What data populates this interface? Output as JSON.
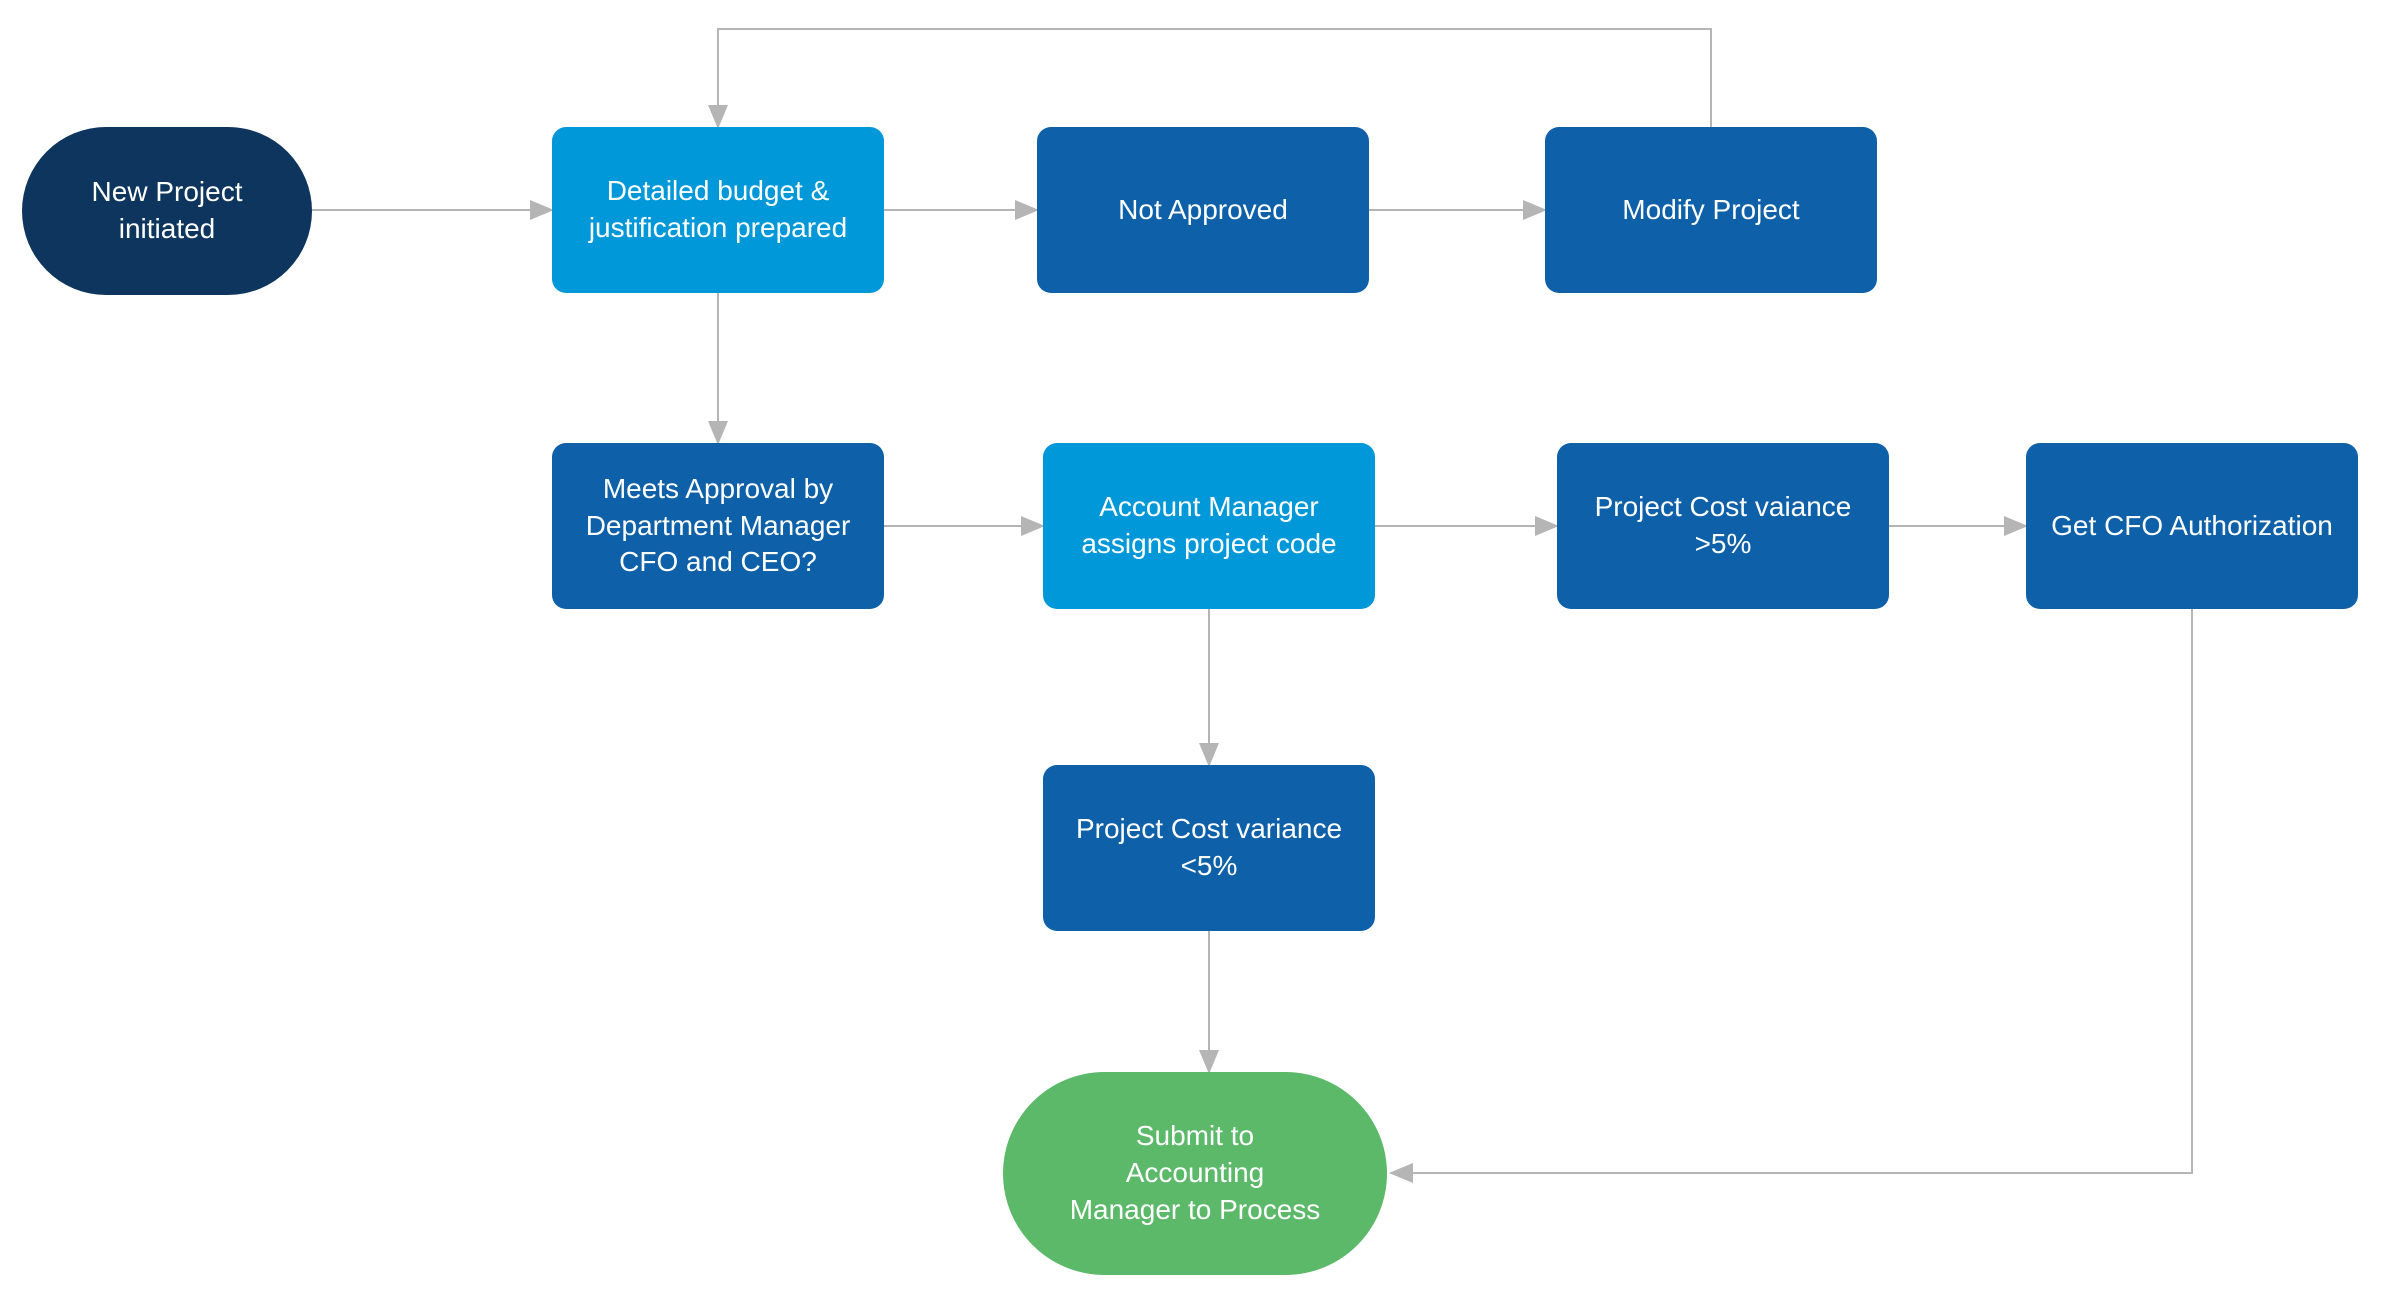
{
  "colors": {
    "start_fill": "#0d355e",
    "process_primary_fill": "#0e60a8",
    "process_accent_fill": "#0098d8",
    "end_fill": "#5cb96a",
    "connector": "#b5b5b5",
    "node_text": "#ffffff",
    "canvas_bg": "#ffffff"
  },
  "nodes": {
    "new_project": {
      "type": "start",
      "label": "New Project\ninitiated"
    },
    "detailed_budget": {
      "type": "process",
      "label": "Detailed budget &\njustification prepared"
    },
    "not_approved": {
      "type": "process",
      "label": "Not Approved"
    },
    "modify_project": {
      "type": "process",
      "label": "Modify Project"
    },
    "meets_approval": {
      "type": "process",
      "label": "Meets Approval by\nDepartment Manager\nCFO and CEO?"
    },
    "account_manager": {
      "type": "process",
      "label": "Account Manager\nassigns project code"
    },
    "cost_variance_gt5": {
      "type": "process",
      "label": "Project Cost vaiance\n>5%"
    },
    "get_cfo_authorization": {
      "type": "process",
      "label": "Get CFO Authorization"
    },
    "cost_variance_lt5": {
      "type": "process",
      "label": "Project Cost variance\n<5%"
    },
    "submit_accounting": {
      "type": "end",
      "label": "Submit to\nAccounting\nManager to Process"
    }
  },
  "edges": [
    {
      "from": "new_project",
      "to": "detailed_budget"
    },
    {
      "from": "detailed_budget",
      "to": "not_approved"
    },
    {
      "from": "not_approved",
      "to": "modify_project"
    },
    {
      "from": "modify_project",
      "to": "detailed_budget"
    },
    {
      "from": "detailed_budget",
      "to": "meets_approval"
    },
    {
      "from": "meets_approval",
      "to": "account_manager"
    },
    {
      "from": "account_manager",
      "to": "cost_variance_gt5"
    },
    {
      "from": "cost_variance_gt5",
      "to": "get_cfo_authorization"
    },
    {
      "from": "account_manager",
      "to": "cost_variance_lt5"
    },
    {
      "from": "cost_variance_lt5",
      "to": "submit_accounting"
    },
    {
      "from": "get_cfo_authorization",
      "to": "submit_accounting"
    }
  ]
}
